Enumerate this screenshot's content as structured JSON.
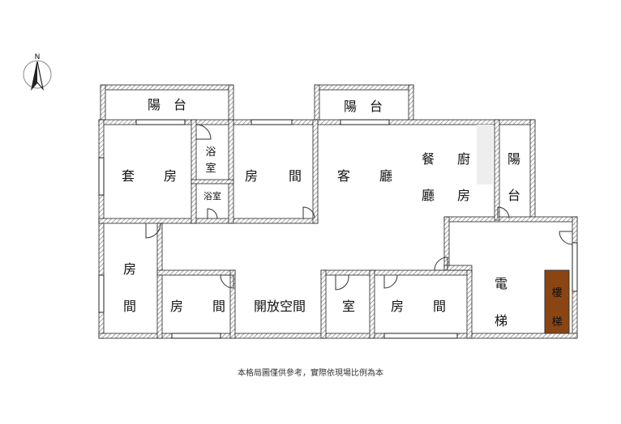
{
  "compass": {
    "letter": "N"
  },
  "rooms": {
    "balcony_top_left": "陽　台",
    "balcony_top_right": "陽　台",
    "balcony_side_top": "陽",
    "balcony_side_bottom": "台",
    "master_a": "套",
    "master_b": "房",
    "bath1_top": "浴",
    "bath1_bottom": "室",
    "bath2": "浴室",
    "room_top_a": "房",
    "room_top_b": "間",
    "living_a": "客",
    "living_b": "廳",
    "dining_a": "餐",
    "dining_b": "廳",
    "kitchen_a": "廚",
    "kitchen_b": "房",
    "room_left_a": "房",
    "room_left_b": "間",
    "room_mid_a": "房",
    "room_mid_b": "間",
    "open_space": "開放空間",
    "room_small": "室",
    "room_right_a": "房",
    "room_right_b": "間",
    "elevator_a": "電",
    "elevator_b": "梯",
    "stairs_a": "樓",
    "stairs_b": "梯"
  },
  "colors": {
    "stairs_fill": "#8B4513",
    "wall_hatch": "#777777"
  },
  "caption": "本格局圖僅供參考，實際依現場比例為本"
}
